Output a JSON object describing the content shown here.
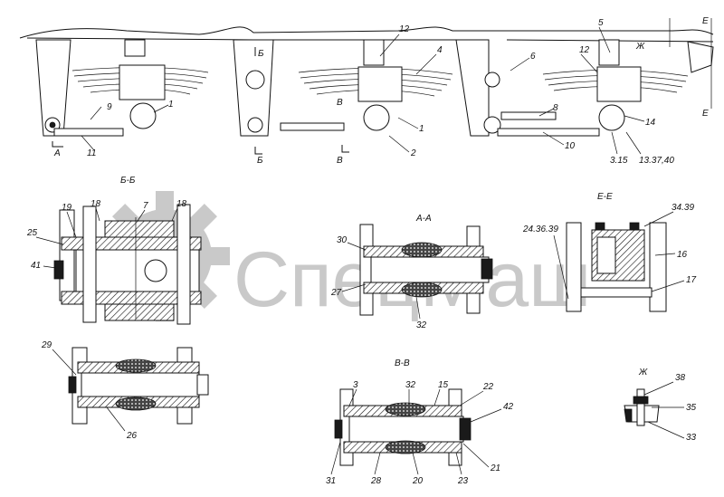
{
  "watermark": {
    "text": "СпецМаш"
  },
  "sections": {
    "bb": "Б-Б",
    "aa": "А-А",
    "ee": "Е-Е",
    "vv": "В-В",
    "zh": "Ж"
  },
  "view_marks": {
    "a": "А",
    "b_top": "Б",
    "b_bottom": "Б",
    "v_top": "В",
    "v_bottom": "В",
    "zh": "Ж",
    "e_top": "Е",
    "e_bottom": "Е"
  },
  "callouts": {
    "top": [
      "9",
      "1",
      "11",
      "12",
      "4",
      "1",
      "2",
      "5",
      "12",
      "6",
      "8",
      "14",
      "10",
      "3.15",
      "13.37,40"
    ],
    "bb": [
      "19",
      "18",
      "7",
      "18",
      "25",
      "41"
    ],
    "aa": [
      "30",
      "27",
      "32"
    ],
    "ee": [
      "24.36.39",
      "34.39",
      "16",
      "17"
    ],
    "left_bottom": [
      "29",
      "26"
    ],
    "vv": [
      "3",
      "32",
      "15",
      "22",
      "42",
      "31",
      "28",
      "20",
      "23",
      "21"
    ],
    "zh": [
      "38",
      "35",
      "33"
    ]
  }
}
